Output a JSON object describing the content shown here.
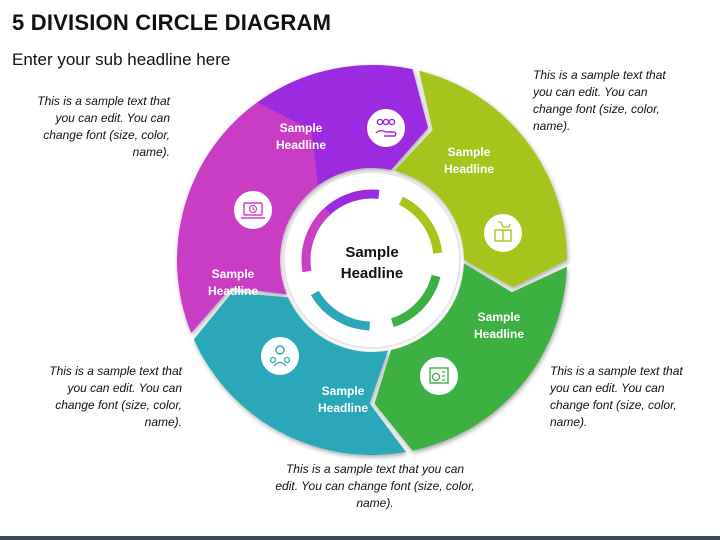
{
  "title": "5 DIVISION CIRCLE DIAGRAM",
  "subtitle": "Enter your sub headline here",
  "center": {
    "line1": "Sample",
    "line2": "Headline"
  },
  "segments": [
    {
      "line1": "Sample",
      "line2": "Headline",
      "color": "#9b2be0",
      "icon": "team-hand-icon"
    },
    {
      "line1": "Sample",
      "line2": "Headline",
      "color": "#a6c51a",
      "icon": "box-cart-icon"
    },
    {
      "line1": "Sample",
      "line2": "Headline",
      "color": "#3cb043",
      "icon": "dashboard-icon"
    },
    {
      "line1": "Sample",
      "line2": "Headline",
      "color": "#2aa7b8",
      "icon": "people-gear-icon"
    },
    {
      "line1": "Sample",
      "line2": "Headline",
      "color": "#c93ec5",
      "icon": "laptop-clock-icon"
    }
  ],
  "notes": {
    "top_left": "This is a sample text that you can edit. You can change font (size, color, name).",
    "top_right": "This is a sample text that you can edit. You can change font (size, color, name).",
    "bottom_right": "This is a sample text that you can edit. You can change font (size, color, name).",
    "bottom_left": "This is a sample text that you can edit. You can change font (size, color, name).",
    "bottom_center": "This is a sample text that you can edit. You can change font (size, color, name)."
  }
}
